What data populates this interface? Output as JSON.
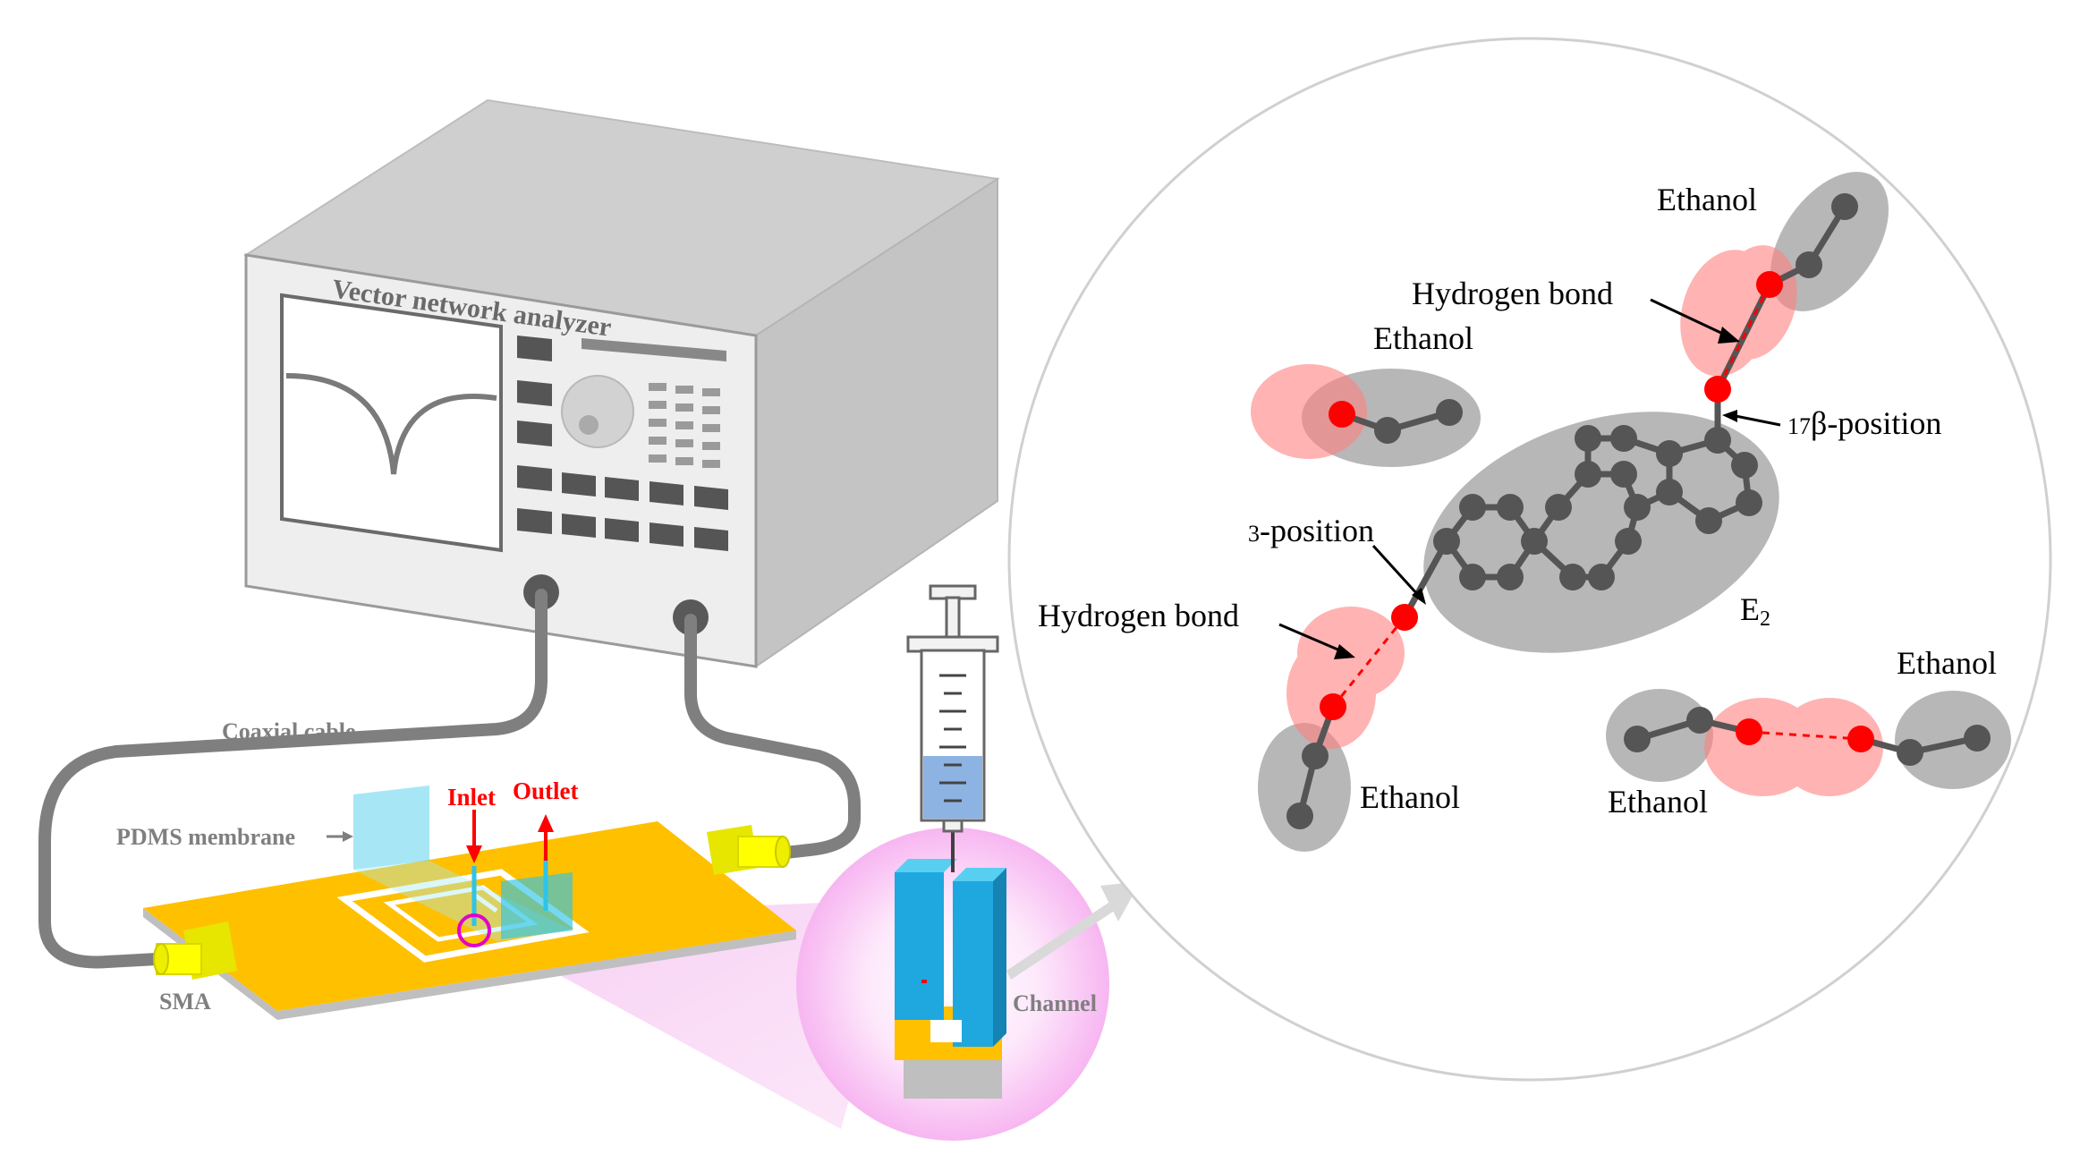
{
  "analyzer": {
    "title": "Vector network analyzer"
  },
  "setup": {
    "coaxial_cable": "Coaxial cable",
    "pdms_membrane": "PDMS membrane",
    "inlet": "Inlet",
    "outlet": "Outlet",
    "sma": "SMA",
    "channel": "Channel"
  },
  "molecule": {
    "ethanol": "Ethanol",
    "hydrogen_bond": "Hydrogen bond",
    "position_17_num": "17",
    "position_17_rest": "β-position",
    "position_3_num": "3",
    "position_3_rest": "-position",
    "e2_letter": "E",
    "e2_sub": "2"
  },
  "colors": {
    "device_body": "#c8c8c8",
    "board": "#ffc000",
    "connector": "#ffff00",
    "pdms": "#2ec4e8",
    "arrow_red": "#ff0000",
    "atom_gray": "#555555",
    "halo_gray": "#a6a6a6",
    "oxygen_red": "#ff0000",
    "halo_red": "#ff8080"
  }
}
